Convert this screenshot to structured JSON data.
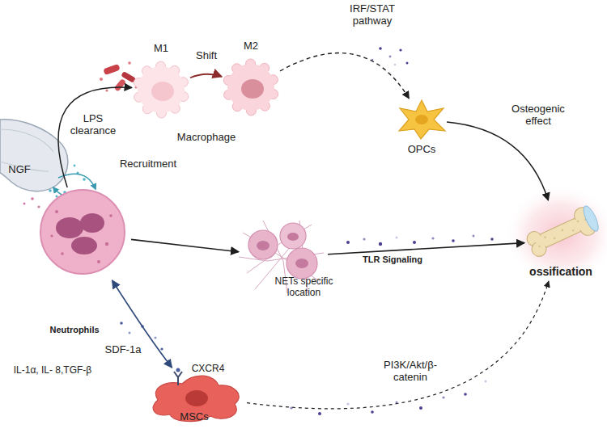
{
  "diagram": {
    "nodes": [
      {
        "text": [
          "M1"
        ]
      },
      {
        "text": [
          "M2"
        ]
      },
      {
        "text": [
          "OPCs"
        ]
      },
      {
        "text": [
          "Neutrophils"
        ]
      },
      {
        "text": [
          "NETs specific location"
        ]
      },
      {
        "text": [
          "ossification"
        ]
      },
      {
        "text": [
          "MSCs"
        ]
      }
    ],
    "edges": [
      {
        "from": 0,
        "to": 1,
        "label": "Shift",
        "arrow": "to"
      },
      {
        "from": 3,
        "to": 0,
        "label": "LPS clearance",
        "arrow": "to"
      },
      {
        "from": 1,
        "to": 2,
        "label": "IRF/STAT pathway",
        "arrow": "to"
      },
      {
        "from": 2,
        "to": 5,
        "label": "Osteogenic effect",
        "arrow": "to"
      },
      {
        "from": 3,
        "to": 4,
        "arrow": "to"
      },
      {
        "from": 4,
        "to": 5,
        "label": "TLR Signaling",
        "arrow": "to"
      },
      {
        "from": 3,
        "to": 6,
        "label": "SDF-1a",
        "arrow": "both"
      },
      {
        "from": 6,
        "to": 5,
        "label": "PI3K/Akt/β-catenin",
        "arrow": "to"
      }
    ],
    "labels": [
      "Macrophage",
      "Recruitment",
      "NGF",
      "IL-1α, IL- 8,TGF-β",
      "CXCR4"
    ]
  }
}
